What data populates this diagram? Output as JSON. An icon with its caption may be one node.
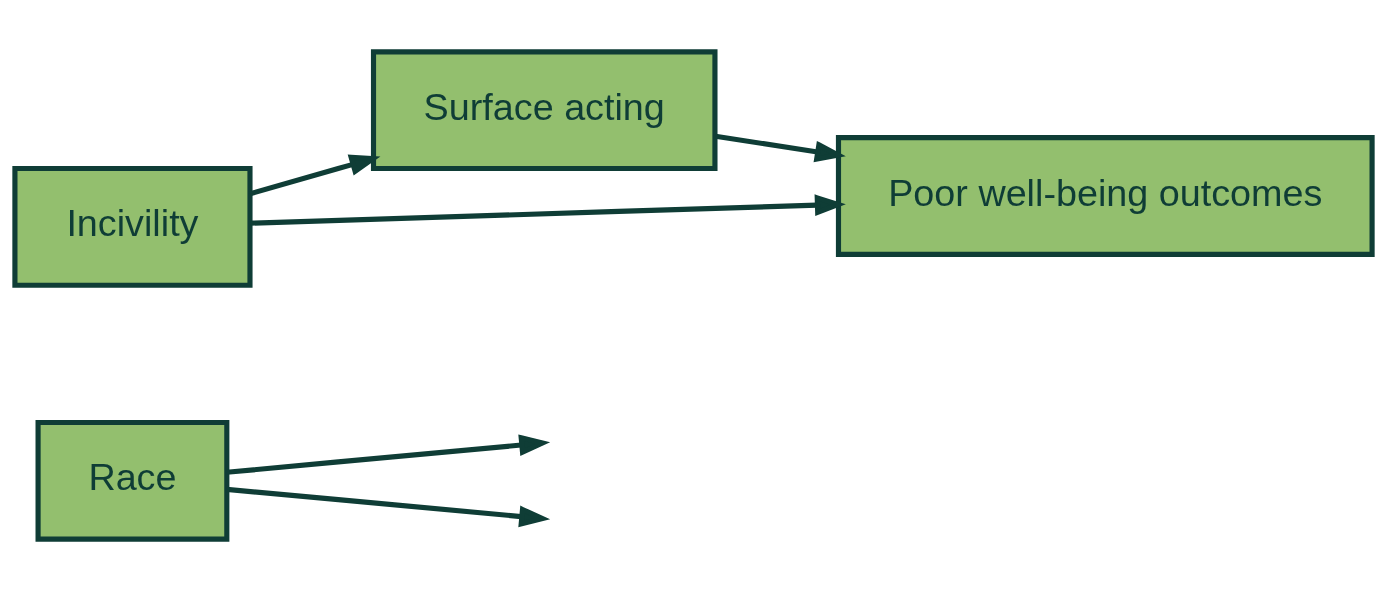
{
  "diagram": {
    "nodes": [
      {
        "text": [
          "Race"
        ]
      },
      {
        "text": [
          "Surface acting"
        ]
      },
      {
        "text": [
          "Incivility"
        ]
      },
      {
        "text": [
          "Poor well-being outcomes"
        ]
      }
    ],
    "edges": [
      {
        "from": 0,
        "to": null,
        "arrow": "to"
      },
      {
        "from": 0,
        "to": null,
        "arrow": "to"
      },
      {
        "from": 2,
        "to": 1,
        "arrow": "to"
      },
      {
        "from": 1,
        "to": 3,
        "arrow": "to"
      },
      {
        "from": 2,
        "to": 3,
        "arrow": "to"
      }
    ]
  }
}
